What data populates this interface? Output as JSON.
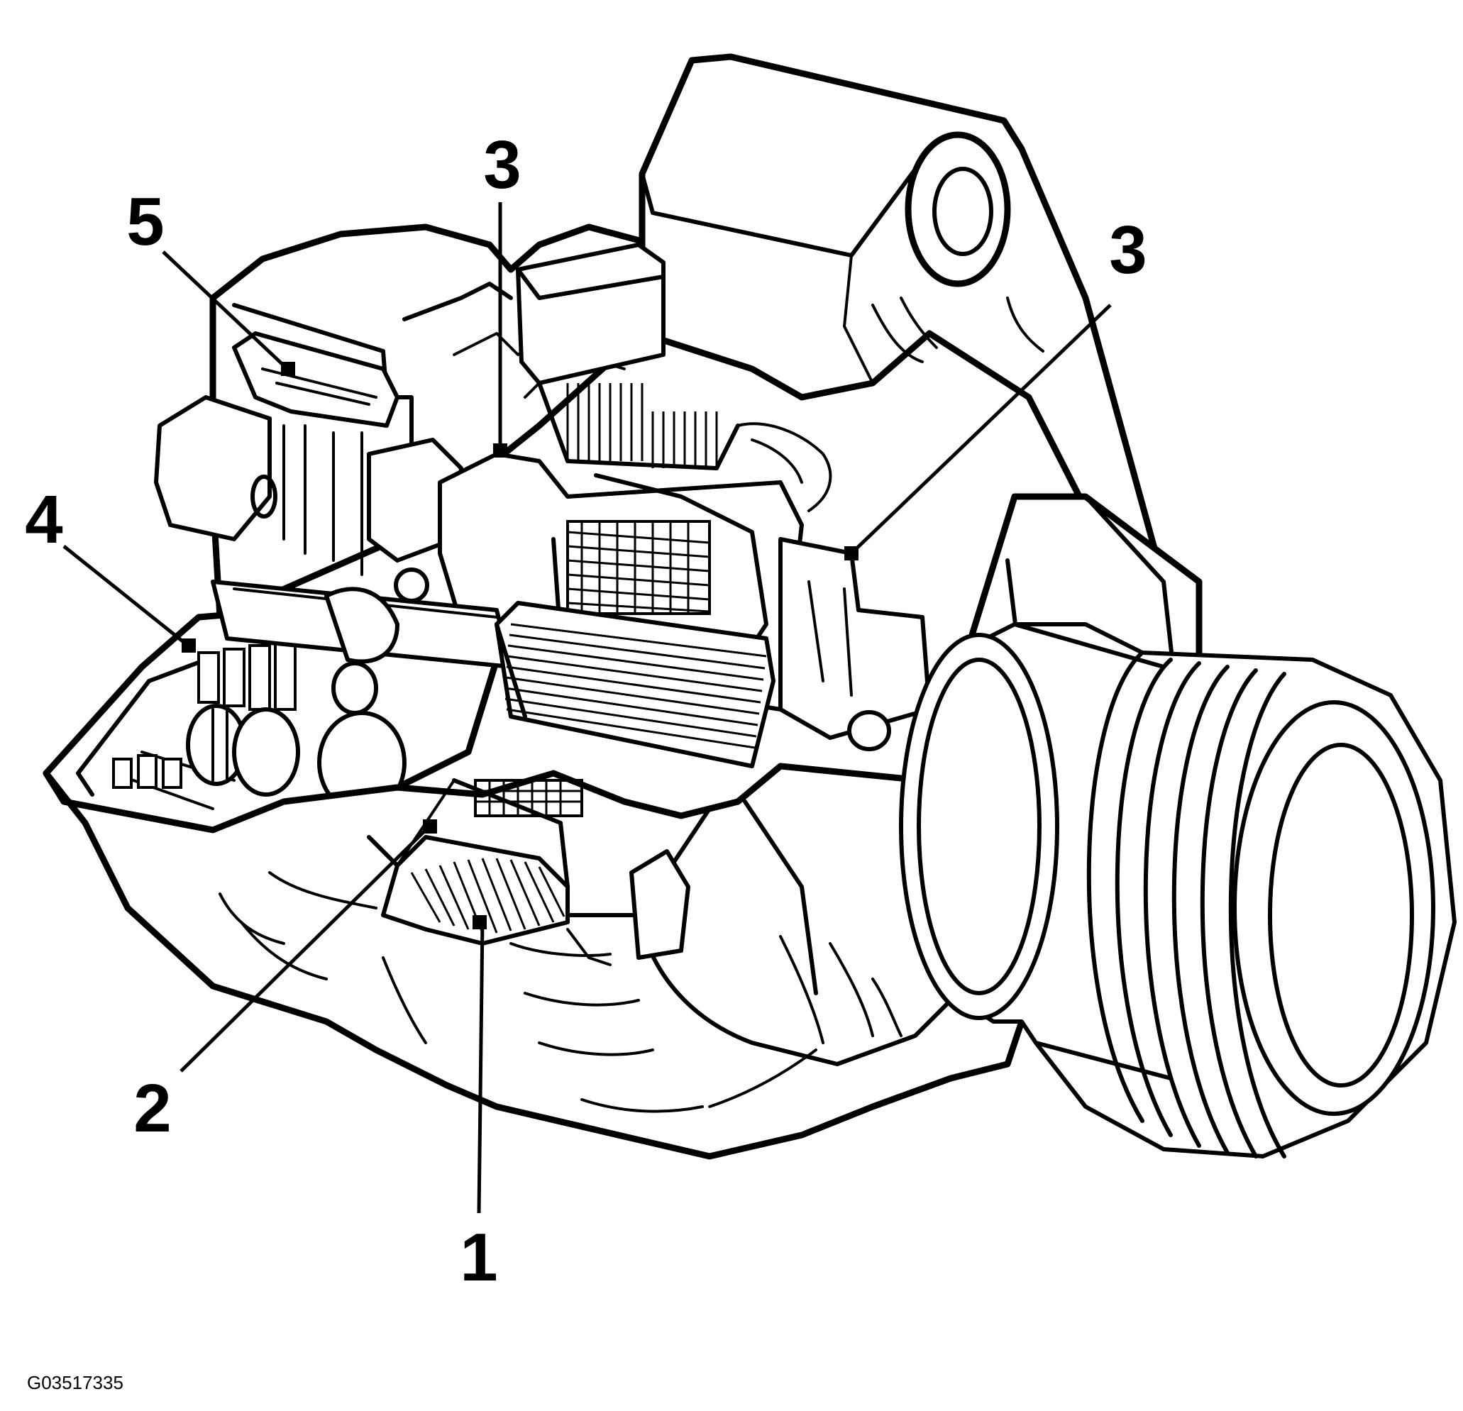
{
  "callouts": [
    {
      "id": "1",
      "label": "1"
    },
    {
      "id": "2",
      "label": "2"
    },
    {
      "id": "3a",
      "label": "3"
    },
    {
      "id": "3b",
      "label": "3"
    },
    {
      "id": "4",
      "label": "4"
    },
    {
      "id": "5",
      "label": "5"
    }
  ],
  "figure_code": "G03517335",
  "colors": {
    "line": "#000000",
    "background": "#ffffff"
  }
}
